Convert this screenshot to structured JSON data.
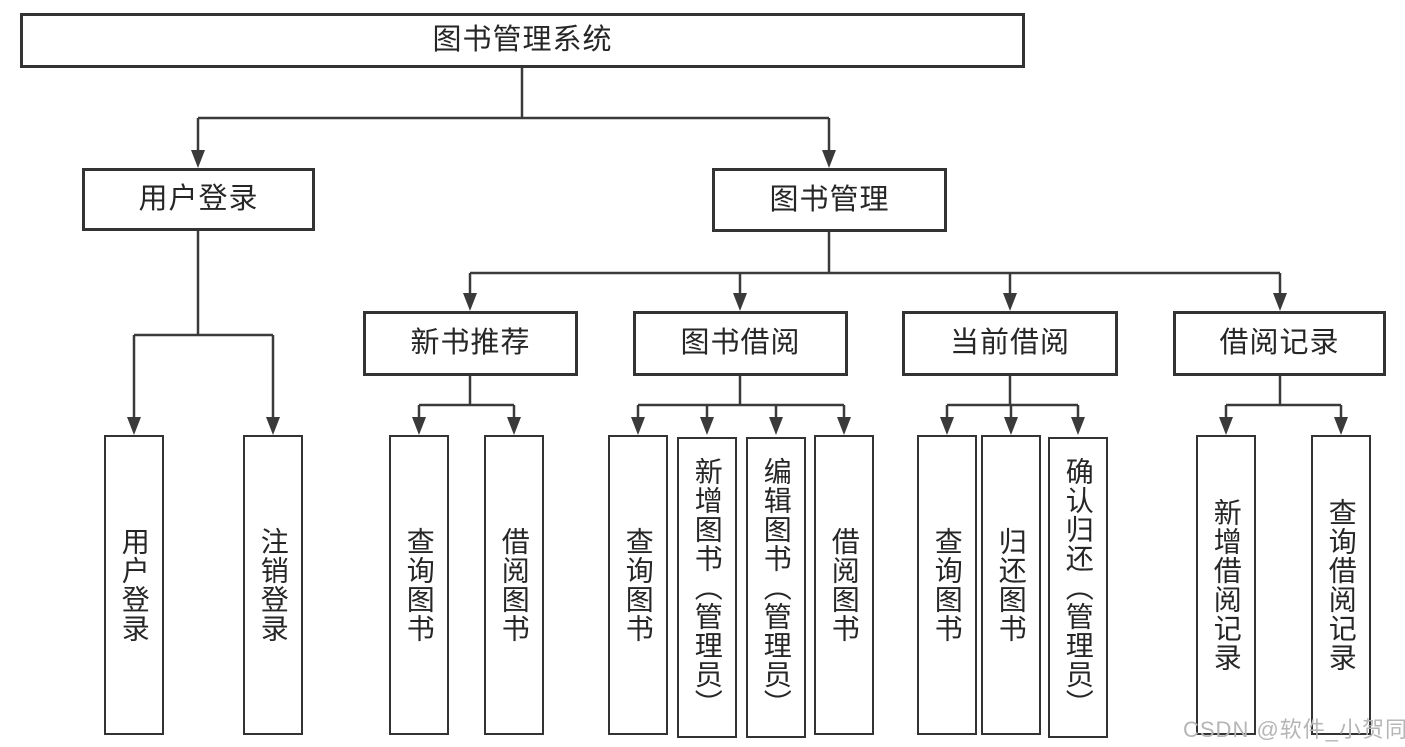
{
  "colors": {
    "line": "#3a3a3a",
    "box_border": "#333333",
    "box_background": "#ffffff",
    "text": "#262626",
    "watermark": "#b6b6b6"
  },
  "nodes": {
    "root": {
      "label": "图书管理系统"
    },
    "user_login": {
      "label": "用户登录"
    },
    "book_mgmt": {
      "label": "图书管理"
    },
    "login": {
      "label": "用户登录"
    },
    "logout": {
      "label": "注销登录"
    },
    "new_book_rec": {
      "label": "新书推荐"
    },
    "book_borrow": {
      "label": "图书借阅"
    },
    "current_borrow": {
      "label": "当前借阅"
    },
    "borrow_records": {
      "label": "借阅记录"
    },
    "nb_query": {
      "label": "查询图书"
    },
    "nb_borrow": {
      "label": "借阅图书"
    },
    "bb_query": {
      "label": "查询图书"
    },
    "bb_add": {
      "label": "新增图书（管理员）"
    },
    "bb_edit": {
      "label": "编辑图书（管理员）"
    },
    "bb_borrow": {
      "label": "借阅图书"
    },
    "cb_query": {
      "label": "查询图书"
    },
    "cb_return": {
      "label": "归还图书"
    },
    "cb_confirm": {
      "label": "确认归还（管理员）"
    },
    "br_add": {
      "label": "新增借阅记录"
    },
    "br_query": {
      "label": "查询借阅记录"
    }
  },
  "watermark": {
    "text": "CSDN @软件_小贺同学"
  }
}
